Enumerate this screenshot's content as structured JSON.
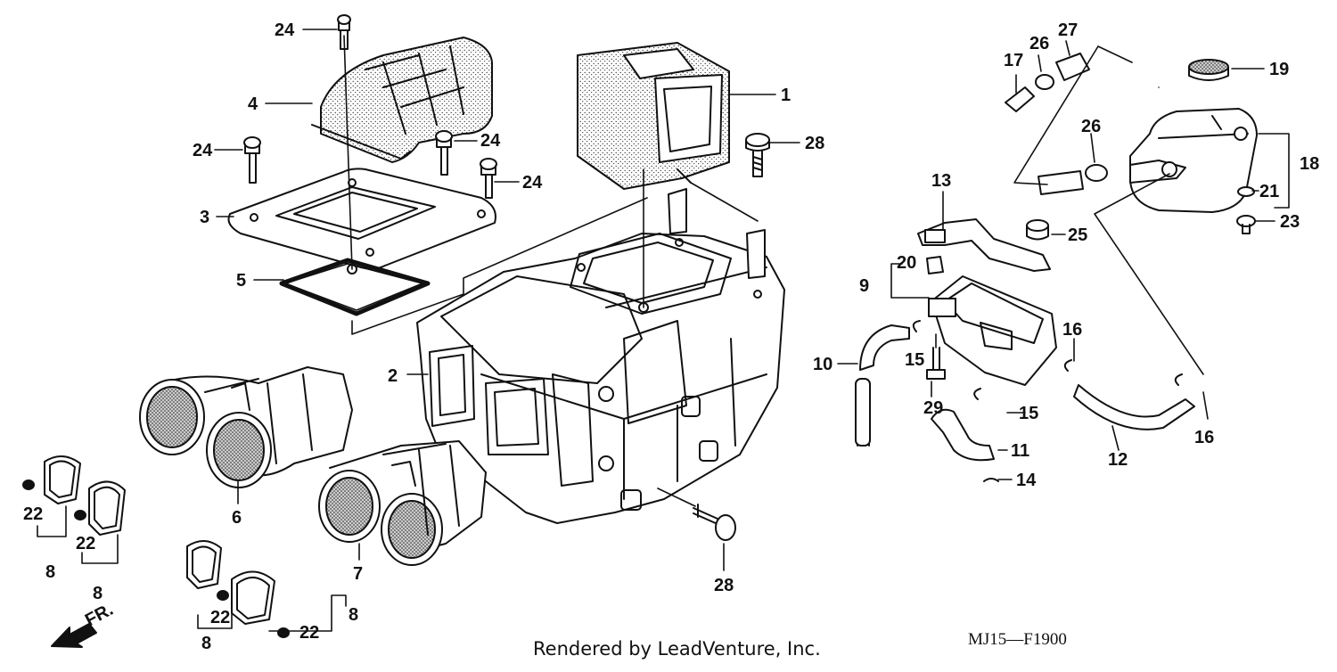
{
  "diagram": {
    "code": "MJ15—F1900",
    "credit": "Rendered by LeadVenture, Inc.",
    "direction_label": "FR.",
    "callouts": [
      {
        "id": "1",
        "text": "1"
      },
      {
        "id": "2",
        "text": "2"
      },
      {
        "id": "3",
        "text": "3"
      },
      {
        "id": "4",
        "text": "4"
      },
      {
        "id": "5",
        "text": "5"
      },
      {
        "id": "6",
        "text": "6"
      },
      {
        "id": "7",
        "text": "7"
      },
      {
        "id": "8a",
        "text": "8"
      },
      {
        "id": "8b",
        "text": "8"
      },
      {
        "id": "8c",
        "text": "8"
      },
      {
        "id": "8d",
        "text": "8"
      },
      {
        "id": "9",
        "text": "9"
      },
      {
        "id": "10",
        "text": "10"
      },
      {
        "id": "11",
        "text": "11"
      },
      {
        "id": "12",
        "text": "12"
      },
      {
        "id": "13",
        "text": "13"
      },
      {
        "id": "14",
        "text": "14"
      },
      {
        "id": "15a",
        "text": "15"
      },
      {
        "id": "15b",
        "text": "15"
      },
      {
        "id": "16a",
        "text": "16"
      },
      {
        "id": "16b",
        "text": "16"
      },
      {
        "id": "17",
        "text": "17"
      },
      {
        "id": "18",
        "text": "18"
      },
      {
        "id": "19",
        "text": "19"
      },
      {
        "id": "20",
        "text": "20"
      },
      {
        "id": "21",
        "text": "21"
      },
      {
        "id": "22a",
        "text": "22"
      },
      {
        "id": "22b",
        "text": "22"
      },
      {
        "id": "22c",
        "text": "22"
      },
      {
        "id": "22d",
        "text": "22"
      },
      {
        "id": "23",
        "text": "23"
      },
      {
        "id": "24a",
        "text": "24"
      },
      {
        "id": "24b",
        "text": "24"
      },
      {
        "id": "24c",
        "text": "24"
      },
      {
        "id": "24d",
        "text": "24"
      },
      {
        "id": "25",
        "text": "25"
      },
      {
        "id": "26a",
        "text": "26"
      },
      {
        "id": "26b",
        "text": "26"
      },
      {
        "id": "27",
        "text": "27"
      },
      {
        "id": "28a",
        "text": "28"
      },
      {
        "id": "28b",
        "text": "28"
      },
      {
        "id": "29",
        "text": "29"
      }
    ]
  }
}
